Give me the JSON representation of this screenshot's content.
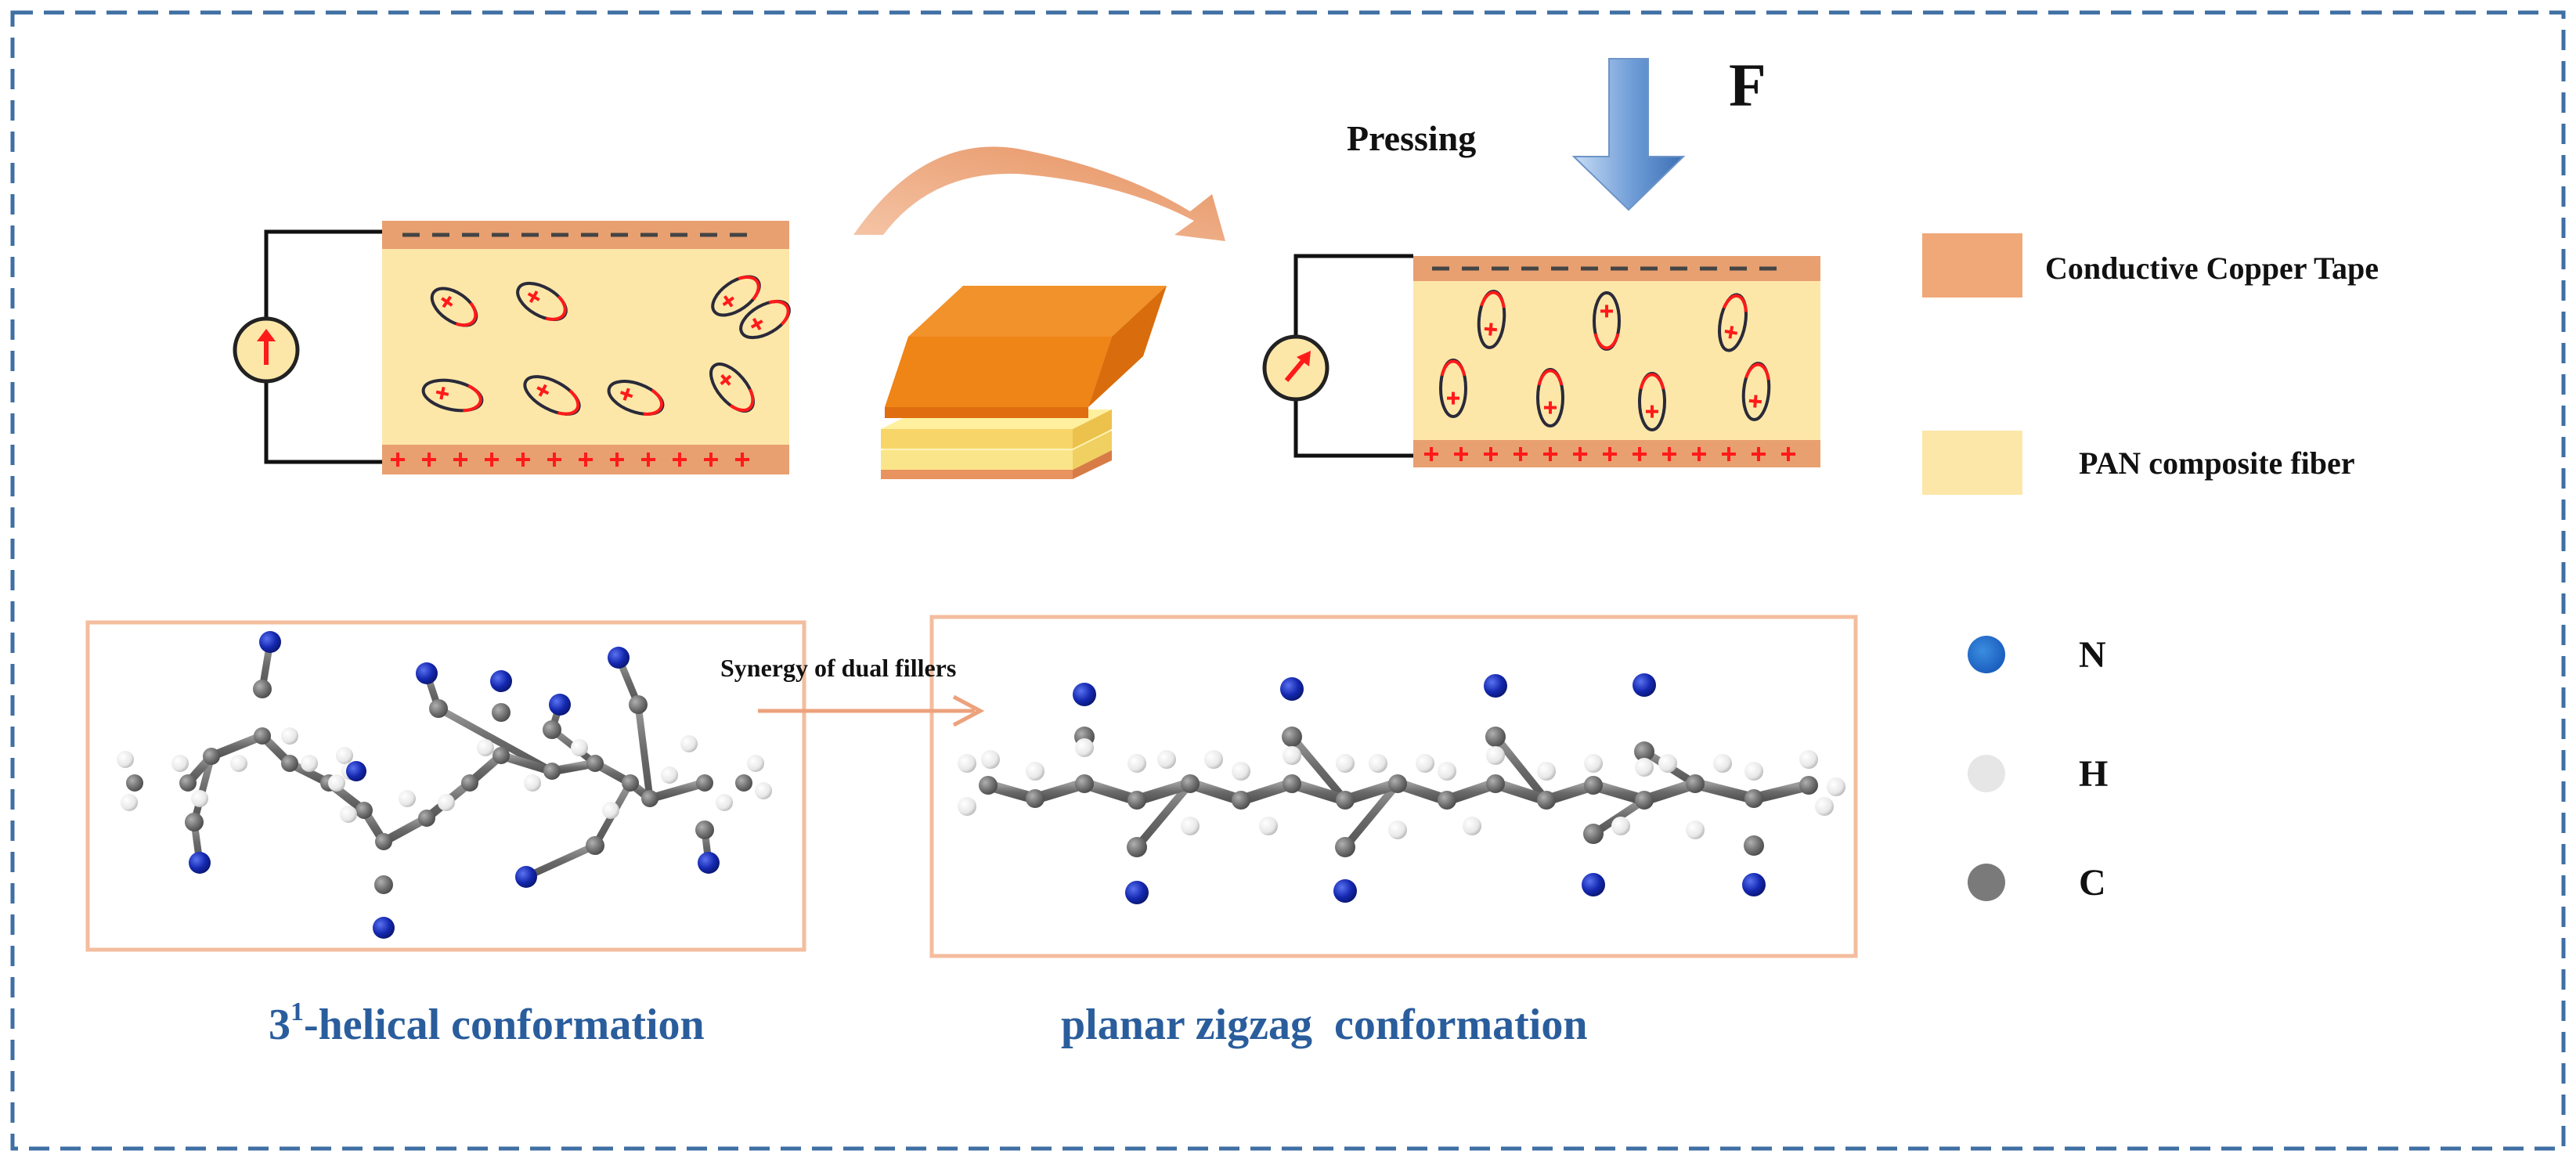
{
  "labels": {
    "pressing": "Pressing",
    "force": "F",
    "synergy": "Synergy of dual fillers",
    "helical_sup": "1",
    "helical_pre": "3",
    "helical_rest": "-helical conformation",
    "zigzag": "planar zigzag  conformation"
  },
  "legend": {
    "copper": "Conductive Copper Tape",
    "pan": "PAN composite fiber",
    "n": "N",
    "h": "H",
    "c": "C"
  },
  "colors": {
    "frame": "#3f6fa3",
    "copper": "#e8a070",
    "copper_legend": "#f0a878",
    "pan": "#fde7a8",
    "title_blue": "#2a5d9c",
    "atom_n": "#1428b0",
    "atom_h": "#eeeeee",
    "atom_c": "#7a7a7a",
    "arrow_orange": "#eca27c",
    "force_arrow": "#6d9bd6",
    "charge_red": "#ff1a1a"
  }
}
